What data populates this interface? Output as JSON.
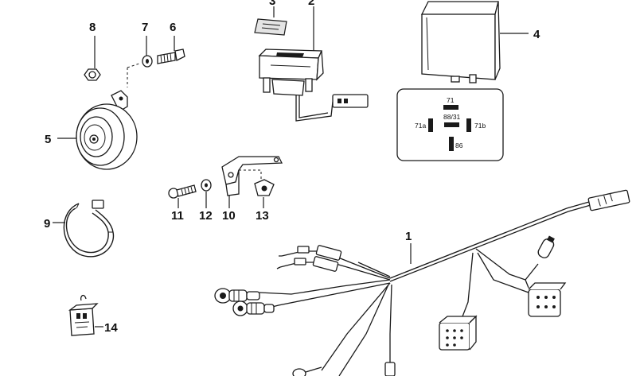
{
  "callouts": {
    "p1": "1",
    "p2": "2",
    "p3": "3",
    "p4": "4",
    "p5": "5",
    "p6": "6",
    "p7": "7",
    "p8": "8",
    "p9": "9",
    "p10": "10",
    "p11": "11",
    "p12": "12",
    "p13": "13",
    "p14": "14"
  },
  "relay_pins": {
    "top": "71",
    "center": "88/31",
    "left": "71a",
    "right": "71b",
    "bottom": "86"
  }
}
